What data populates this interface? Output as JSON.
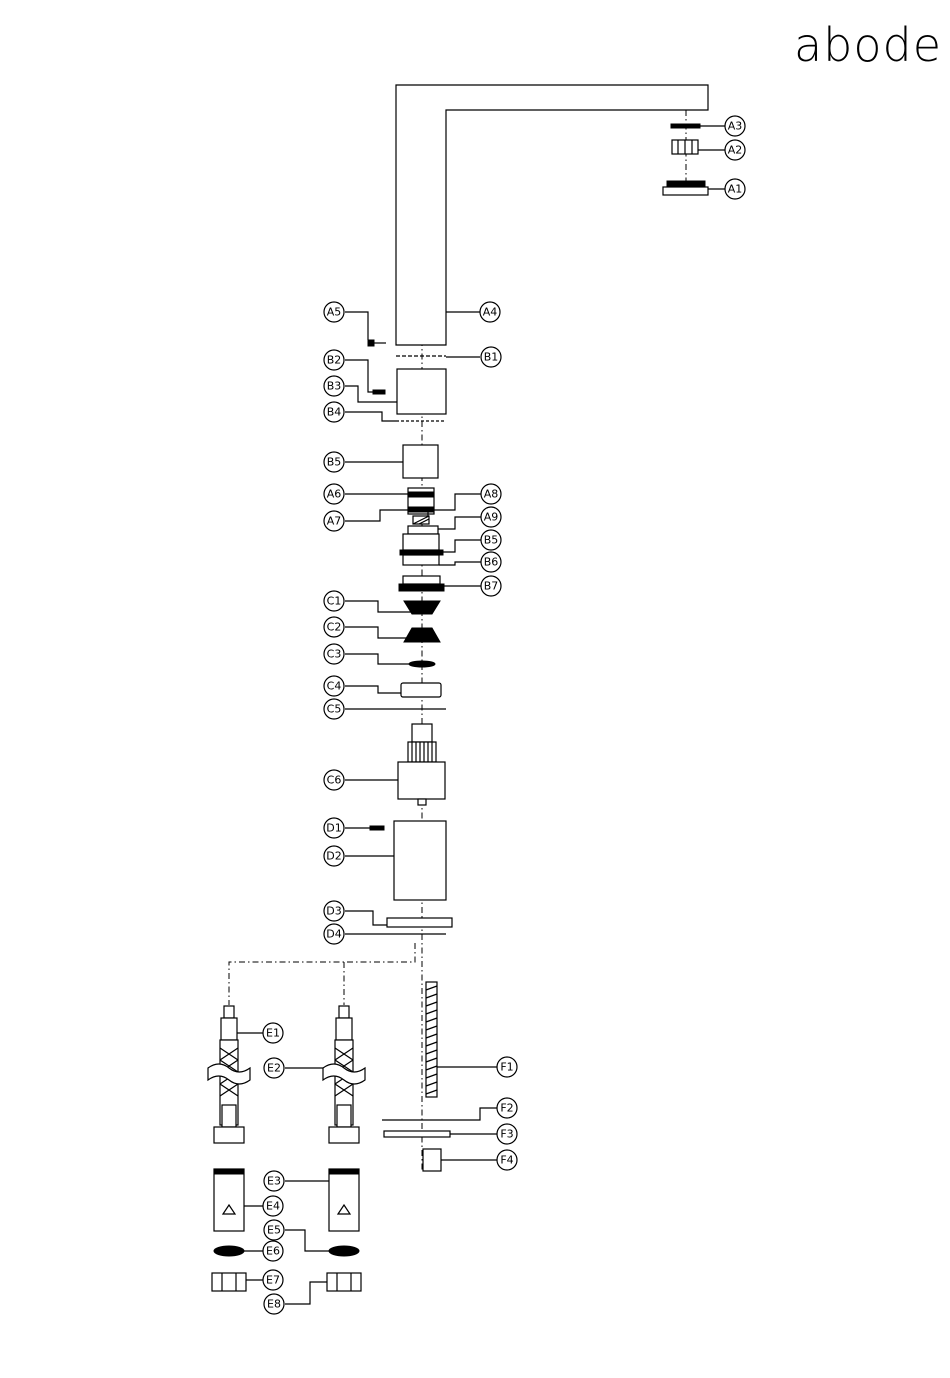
{
  "brand": "abode",
  "labels": {
    "A1": "A1",
    "A2": "A2",
    "A3": "A3",
    "A4": "A4",
    "A5": "A5",
    "A6": "A6",
    "A7": "A7",
    "A8": "A8",
    "A9": "A9",
    "B1": "B1",
    "B2": "B2",
    "B3": "B3",
    "B4": "B4",
    "B5a": "B5",
    "B5b": "B5",
    "B6": "B6",
    "B7": "B7",
    "C1": "C1",
    "C2": "C2",
    "C3": "C3",
    "C4": "C4",
    "C5": "C5",
    "C6": "C6",
    "D1": "D1",
    "D2": "D2",
    "D3": "D3",
    "D4": "D4",
    "E1": "E1",
    "E2": "E2",
    "E3": "E3",
    "E4": "E4",
    "E5": "E5",
    "E6": "E6",
    "E7": "E7",
    "E8": "E8",
    "F1": "F1",
    "F2": "F2",
    "F3": "F3",
    "F4": "F4"
  }
}
